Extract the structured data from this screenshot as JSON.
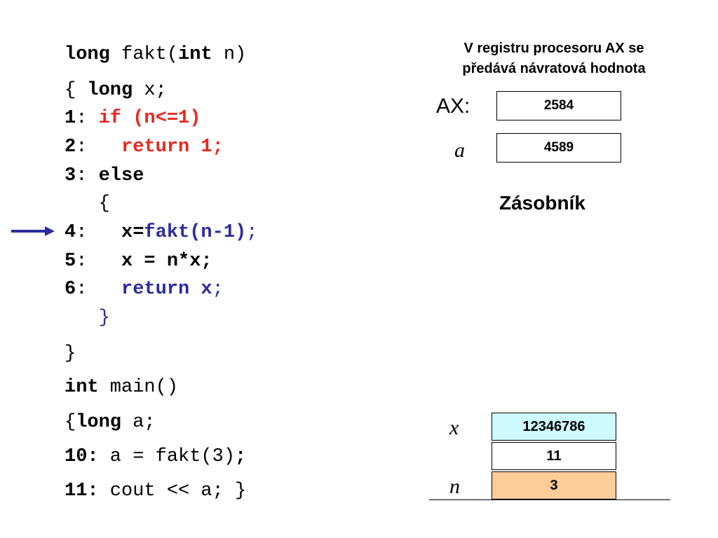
{
  "code": {
    "line1": {
      "k1": "long",
      "t1": " fakt(",
      "k2": "int",
      "t2": " n)"
    },
    "line2": {
      "t1": "{ ",
      "k1": "long",
      "t2": " x;"
    },
    "line3": {
      "num": "1",
      "colon": ":",
      "stmt": " if (n<=1)"
    },
    "line4": {
      "num": "2",
      "colon": ":",
      "stmt": "   return 1;"
    },
    "line5": {
      "num": "3",
      "colon": ":",
      "stmt": " else"
    },
    "line6": {
      "brace": "   {"
    },
    "line7": {
      "num": "4",
      "colon": ":",
      "pre": "   x=",
      "call": "fakt(n-1)",
      "semi": ";"
    },
    "line8": {
      "num": "5",
      "colon": ":",
      "stmt": "   x = n*x;"
    },
    "line9": {
      "num": "6",
      "colon": ":",
      "pre": "   ",
      "ret": "return x",
      "semi": ";"
    },
    "line10": {
      "brace": "   }"
    },
    "line11": {
      "brace": "}"
    },
    "line12": {
      "k1": "int",
      "t1": " main()"
    },
    "line13": {
      "t1": "{",
      "k1": "long",
      "t2": " a;"
    },
    "line14": {
      "num": "10:",
      "t1": " a = fakt(3)",
      "semi": ";"
    },
    "line15": {
      "num": "11:",
      "t1": " cout << a; }"
    }
  },
  "register": {
    "title_line1": "V registru procesoru AX se",
    "title_line2": "předává návratová hodnota",
    "ax_label": "AX:",
    "ax_value": "2584",
    "a_label": "a",
    "a_value": "4589"
  },
  "stack": {
    "title": "Zásobník",
    "x_label": "x",
    "x_value": "12346786",
    "ret_value": "11",
    "n_label": "n",
    "n_value": "3"
  },
  "colors": {
    "x_cell": "#cdfaff",
    "n_cell": "#fdcc98",
    "red": "#e8281e",
    "blue": "#2c2ca0"
  }
}
